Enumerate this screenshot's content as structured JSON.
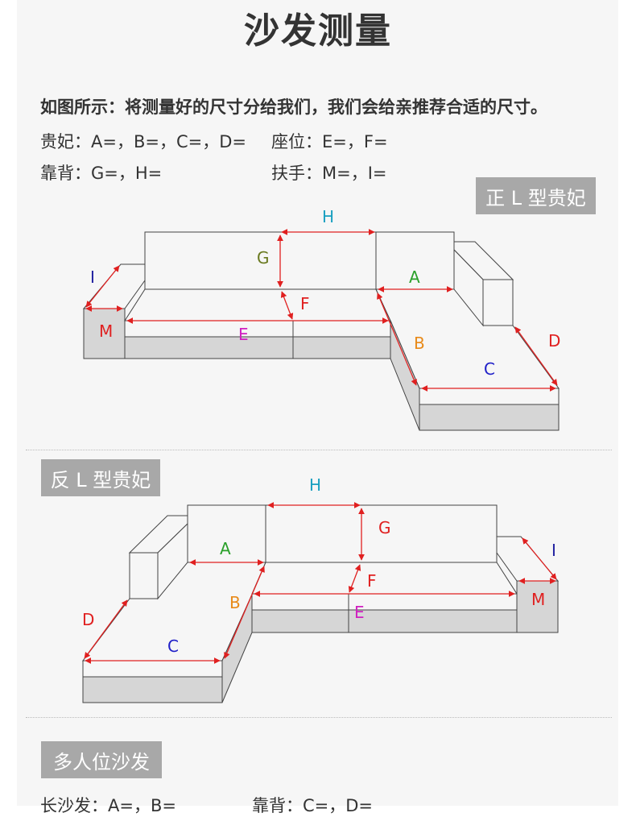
{
  "title": "沙发测量",
  "intro": "如图所示：将测量好的尺寸分给我们，我们会给亲推荐合适的尺寸。",
  "fields": {
    "chaise": "贵妃：A=，B=，C=，D=",
    "seat": "座位：E=，F=",
    "back": "靠背：G=，H=",
    "arm": "扶手：M=，I="
  },
  "sections": {
    "right_l": "正 L 型贵妃",
    "left_l": "反 L 型贵妃",
    "multi": "多人位沙发"
  },
  "multi_fields": {
    "long": "长沙发：A=，B=",
    "back": "靠背：C=，D="
  },
  "labels": {
    "A": "A",
    "B": "B",
    "C": "C",
    "D": "D",
    "E": "E",
    "F": "F",
    "G": "G",
    "H": "H",
    "I": "I",
    "M": "M"
  },
  "colors": {
    "panel": "#f6f6f6",
    "badge": "#a8a8a8",
    "arrow": "#e02020",
    "A": "#2aa02a",
    "B": "#e88a1a",
    "C": "#2020c8",
    "D": "#e02020",
    "E": "#d020c0",
    "F": "#e02020",
    "G": "#6a7a20",
    "H": "#1aa0c0",
    "I": "#2020a0",
    "M": "#e02020"
  }
}
